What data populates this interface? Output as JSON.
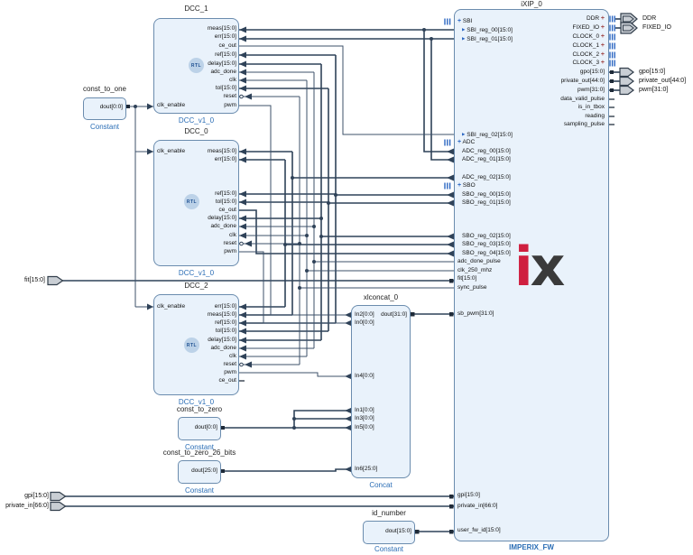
{
  "blocks": {
    "dcc_1": {
      "title": "DCC_1",
      "footer": "DCC_v1_0",
      "badge": "RTL",
      "left_ports": [
        "clk_enable"
      ],
      "right_ports": [
        "meas[15:0]",
        "err[15:0]",
        "ce_out",
        "ref[15:0]",
        "delay[15:0]",
        "adc_done",
        "clk",
        "tol[15:0]",
        "reset",
        "pwm"
      ]
    },
    "dcc_0": {
      "title": "DCC_0",
      "footer": "DCC_v1_0",
      "badge": "RTL",
      "left_ports": [
        "clk_enable"
      ],
      "right_ports": [
        "meas[15:0]",
        "err[15:0]",
        "ref[15:0]",
        "tol[15:0]",
        "ce_out",
        "delay[15:0]",
        "adc_done",
        "clk",
        "reset",
        "pwm"
      ]
    },
    "dcc_2": {
      "title": "DCC_2",
      "footer": "DCC_v1_0",
      "badge": "RTL",
      "left_ports": [
        "clk_enable"
      ],
      "right_ports": [
        "err[15:0]",
        "meas[15:0]",
        "ref[15:0]",
        "tol[15:0]",
        "delay[15:0]",
        "adc_done",
        "clk",
        "reset",
        "pwm",
        "ce_out"
      ]
    },
    "const_to_one": {
      "title": "const_to_one",
      "footer": "Constant",
      "ports": [
        "dout[0:0]"
      ]
    },
    "const_to_zero": {
      "title": "const_to_zero",
      "footer": "Constant",
      "ports": [
        "dout[0:0]"
      ]
    },
    "const_to_zero_26_bits": {
      "title": "const_to_zero_26_bits",
      "footer": "Constant",
      "ports": [
        "dout[25:0]"
      ]
    },
    "id_number": {
      "title": "id_number",
      "footer": "Constant",
      "ports": [
        "dout[15:0]"
      ]
    },
    "xlconcat_0": {
      "title": "xlconcat_0",
      "footer": "Concat",
      "left_ports": [
        "In2[0:0]",
        "In0[0:0]",
        "In4[0:0]",
        "In1[0:0]",
        "In3[0:0]",
        "In5[0:0]",
        "In6[25:0]"
      ],
      "right_ports": [
        "dout[31:0]"
      ]
    },
    "ixip_0": {
      "title": "iXIP_0",
      "footer": "IMPERIX_FW",
      "logo": {
        "letter_i": "i",
        "letter_x": "x"
      },
      "left_ports": [
        {
          "label": "SBI",
          "kind": "interface"
        },
        {
          "label": "SBI_reg_00[15:0]",
          "kind": "out"
        },
        {
          "label": "SBI_reg_01[15:0]",
          "kind": "out"
        },
        {
          "label": "SBI_reg_02[15:0]",
          "kind": "out"
        },
        {
          "label": "ADC",
          "kind": "interface"
        },
        {
          "label": "ADC_reg_00[15:0]",
          "kind": "in"
        },
        {
          "label": "ADC_reg_01[15:0]",
          "kind": "in"
        },
        {
          "label": "ADC_reg_02[15:0]",
          "kind": "in"
        },
        {
          "label": "SBO",
          "kind": "interface"
        },
        {
          "label": "SBO_reg_00[15:0]",
          "kind": "in"
        },
        {
          "label": "SBO_reg_01[15:0]",
          "kind": "in"
        },
        {
          "label": "SBO_reg_02[15:0]",
          "kind": "in"
        },
        {
          "label": "SBO_reg_03[15:0]",
          "kind": "in"
        },
        {
          "label": "SBO_reg_04[15:0]",
          "kind": "in"
        },
        {
          "label": "adc_done_pulse",
          "kind": "in"
        },
        {
          "label": "clk_250_mhz",
          "kind": "in"
        },
        {
          "label": "fit[15:0]",
          "kind": "in"
        },
        {
          "label": "sync_pulse",
          "kind": "in"
        },
        {
          "label": "sb_pwm[31:0]",
          "kind": "in"
        },
        {
          "label": "gpi[15:0]",
          "kind": "in"
        },
        {
          "label": "private_in[66:0]",
          "kind": "in"
        },
        {
          "label": "user_fw_id[15:0]",
          "kind": "in"
        }
      ],
      "right_ports": [
        {
          "label": "DDR",
          "kind": "interface"
        },
        {
          "label": "FIXED_IO",
          "kind": "interface"
        },
        {
          "label": "CLOCK_0",
          "kind": "interface"
        },
        {
          "label": "CLOCK_1",
          "kind": "interface"
        },
        {
          "label": "CLOCK_2",
          "kind": "interface"
        },
        {
          "label": "CLOCK_3",
          "kind": "interface"
        },
        {
          "label": "gpo[15:0]",
          "kind": "out"
        },
        {
          "label": "private_out[44:0]",
          "kind": "out"
        },
        {
          "label": "pwm[31:0]",
          "kind": "out"
        },
        {
          "label": "data_valid_pulse",
          "kind": "out"
        },
        {
          "label": "is_in_tbox",
          "kind": "out"
        },
        {
          "label": "reading",
          "kind": "out"
        },
        {
          "label": "sampling_pulse",
          "kind": "out"
        }
      ]
    }
  },
  "external_ports": {
    "inputs": [
      {
        "label": "fit[15:0]"
      },
      {
        "label": "gpi[15:0]"
      },
      {
        "label": "private_in[66:0]"
      }
    ],
    "outputs": [
      {
        "label": "DDR"
      },
      {
        "label": "FIXED_IO"
      },
      {
        "label": "gpo[15:0]"
      },
      {
        "label": "private_out[44:0]"
      },
      {
        "label": "pwm[31:0]"
      }
    ]
  },
  "glyphs": {
    "expand_plus": "+",
    "dir_out": "▶"
  },
  "colors": {
    "block_fill": "#e9f2fb",
    "block_border": "#6b8cae",
    "footer_text": "#2a6db5",
    "wire": "#2f4258",
    "interface_glyph": "#2b66c2",
    "logo_red": "#cf1f3f",
    "logo_gray": "#3a3a3a"
  }
}
